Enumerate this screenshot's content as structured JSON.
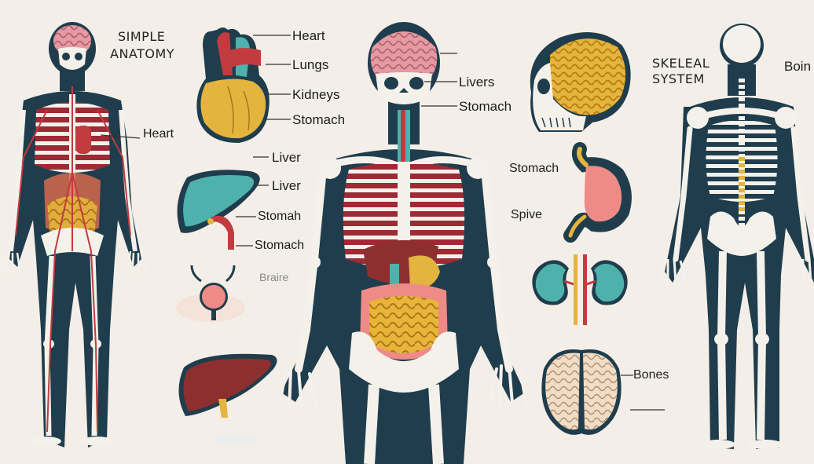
{
  "titles": {
    "left_line1": "SIMPLE",
    "left_line2": "ANATOMY",
    "right_line1": "SKELEAL",
    "right_line2": "SYSTEM",
    "far_right": "Boin"
  },
  "labels": {
    "heart_top": "Heart",
    "lungs": "Lungs",
    "kidneys": "Kidneys",
    "stomach_top": "Stomach",
    "heart_left": "Heart",
    "liver_1": "Liver",
    "liver_2": "Liver",
    "stomah": "Stomah",
    "stomach_mid": "Stomach",
    "braire": "Braire",
    "livers": "Livers",
    "stomach_center": "Stomach",
    "stomach_right": "Stomach",
    "spive": "Spive",
    "bones": "Bones"
  },
  "colors": {
    "background": "#f3efe8",
    "body_dark": "#1f3d4d",
    "bone": "#f4f1ea",
    "red_organ": "#c23b3f",
    "teal_organ": "#4fb1ab",
    "yellow_organ": "#e3b43e",
    "pink_organ": "#ee8b86",
    "brain_pink": "#e39aa2",
    "liver_brown": "#8e2f2f"
  },
  "icons": [
    "heart-icon",
    "liver-icon",
    "bladder-icon",
    "liver-brown-icon",
    "skull-brain-icon",
    "stomach-icon",
    "kidneys-icon",
    "brain-icon"
  ]
}
